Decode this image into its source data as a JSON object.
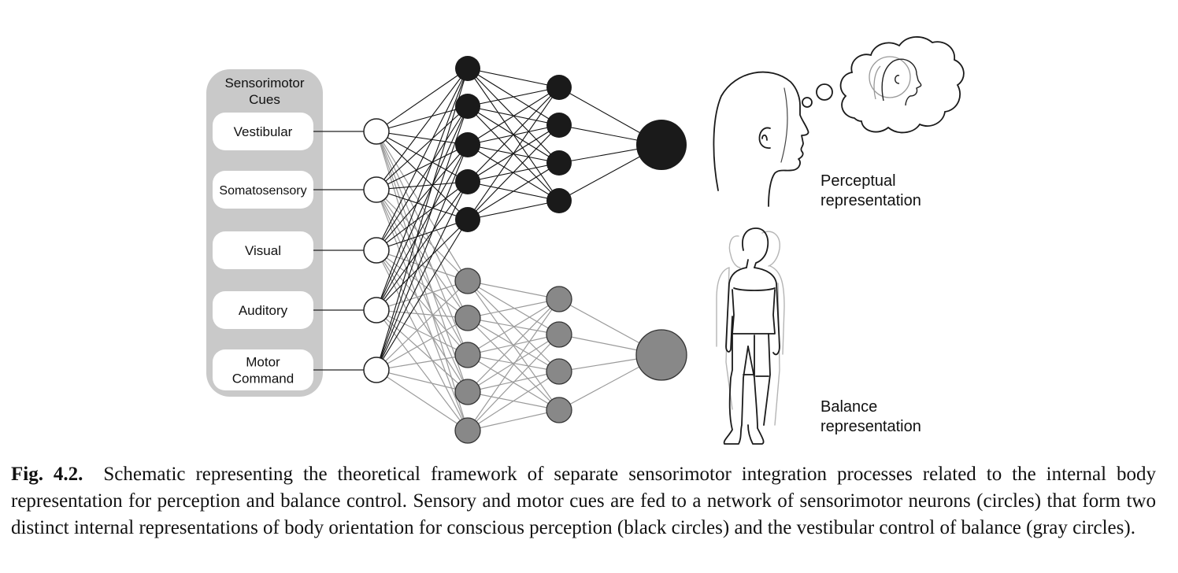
{
  "diagram": {
    "panel_title": [
      "Sensorimotor",
      "Cues"
    ],
    "cues": [
      [
        "Vestibular"
      ],
      [
        "Somatosensory"
      ],
      [
        "Visual"
      ],
      [
        "Auditory"
      ],
      [
        "Motor",
        "Command"
      ]
    ],
    "perceptual_label": [
      "Perceptual",
      "representation"
    ],
    "balance_label": [
      "Balance",
      "representation"
    ],
    "colors": {
      "panel": "#c9c9c9",
      "perception_nodes": "#1a1a1a",
      "balance_nodes": "#888888",
      "perception_edges": "#111111",
      "balance_edges": "#9a9a9a"
    },
    "icons": [
      "head-profile-icon",
      "thought-bubble-icon",
      "standing-body-icon"
    ]
  },
  "caption": {
    "label": "Fig. 4.2.",
    "text": "Schematic representing the theoretical framework of separate sensorimotor integration processes related to the internal body representation for perception and balance control. Sensory and motor cues are fed to a network of sensorimotor neurons (circles) that form two distinct internal representations of body orientation for conscious perception (black circles) and the vestibular control of balance (gray circles)."
  }
}
